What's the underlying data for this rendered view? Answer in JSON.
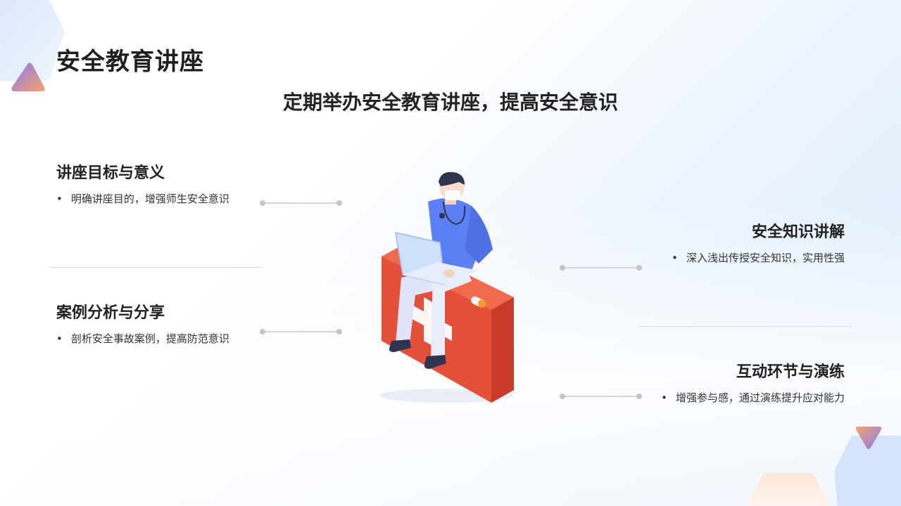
{
  "title": "安全教育讲座",
  "subtitle": "定期举办安全教育讲座，提高安全意识",
  "left_items": [
    {
      "heading": "讲座目标与意义",
      "bullet": "明确讲座目的，增强师生安全意识"
    },
    {
      "heading": "案例分析与分享",
      "bullet": "剖析安全事故案例，提高防范意识"
    }
  ],
  "right_items": [
    {
      "heading": "安全知识讲解",
      "bullet": "深入浅出传授安全知识，实用性强"
    },
    {
      "heading": "互动环节与演练",
      "bullet": "增强参与感，通过演练提升应对能力"
    }
  ],
  "bullet_symbol": "•",
  "colors": {
    "accent_blue": "#5b7ff5",
    "accent_orange": "#f08a5d",
    "kit_red": "#e5503a",
    "bg_blue": "#d8e9fc"
  },
  "icons": {
    "illustration": "doctor-with-laptop-on-first-aid-kit",
    "decor": "gradient-triangle"
  }
}
